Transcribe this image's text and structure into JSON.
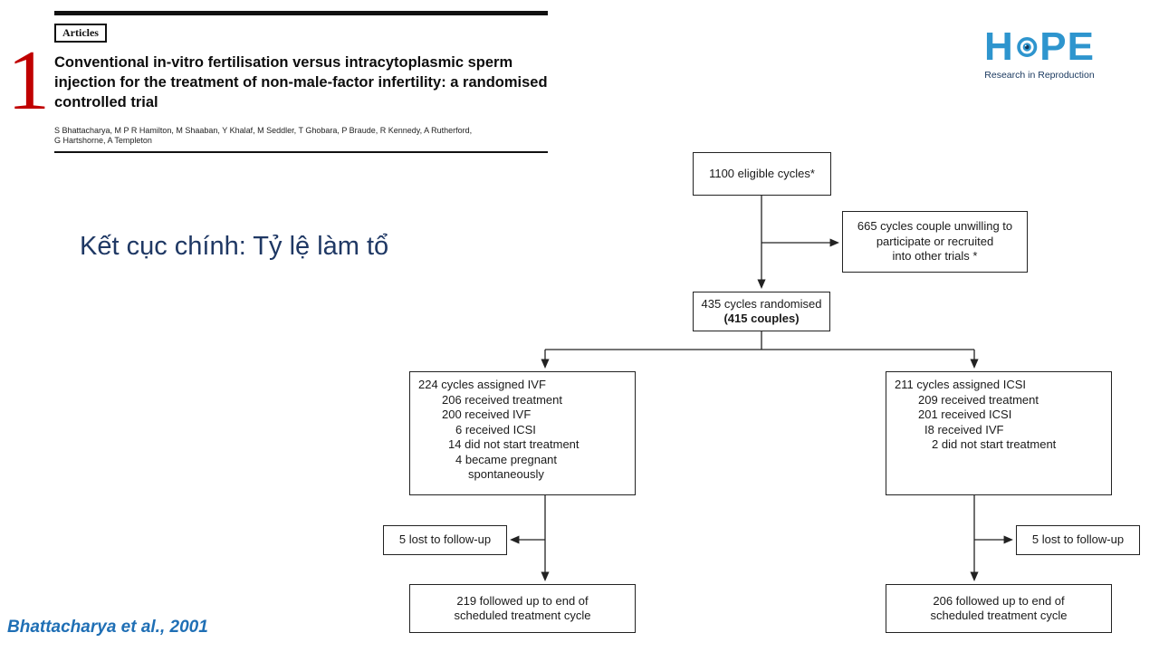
{
  "slide": {
    "number": "1",
    "heading": "Kết cục chính: Tỷ lệ làm tổ",
    "citation": "Bhattacharya et al., 2001"
  },
  "article": {
    "tag": "Articles",
    "title": "Conventional in-vitro fertilisation versus intracytoplasmic sperm injection for the treatment of non-male-factor infertility: a randomised controlled trial",
    "authors_line1": "S Bhattacharya, M P R Hamilton, M Shaaban, Y Khalaf, M Seddler, T Ghobara, P Braude, R Kennedy, A Rutherford,",
    "authors_line2": "G Hartshorne, A Templeton"
  },
  "logo": {
    "letter_h": "H",
    "letters_pe": "PE",
    "subtitle": "Research in Reproduction"
  },
  "flowchart": {
    "eligible": "1100 eligible cycles*",
    "excluded_lines": [
      "665 cycles couple unwilling to",
      "participate or recruited",
      "into other trials *"
    ],
    "randomised_line1": "435 cycles randomised",
    "randomised_line2": "(415 couples)",
    "ivf_lines": [
      "224 cycles assigned IVF",
      "206 received treatment",
      "200 received IVF",
      "6 received ICSI",
      "14 did not start treatment",
      "4 became pregnant",
      "spontaneously"
    ],
    "icsi_lines": [
      "211 cycles assigned ICSI",
      "209 received treatment",
      "201 received ICSI",
      "I8 received IVF",
      "2 did not start treatment"
    ],
    "lost_left": "5 lost to follow-up",
    "lost_right": "5 lost to follow-up",
    "followed_left_lines": [
      "219 followed up to end of",
      "scheduled treatment cycle"
    ],
    "followed_right_lines": [
      "206 followed up to end of",
      "scheduled treatment cycle"
    ]
  },
  "colors": {
    "accent_red": "#C00000",
    "heading_blue": "#1F3864",
    "citation_blue": "#1F6FB5",
    "logo_blue": "#2E95CE",
    "line_black": "#222222"
  }
}
